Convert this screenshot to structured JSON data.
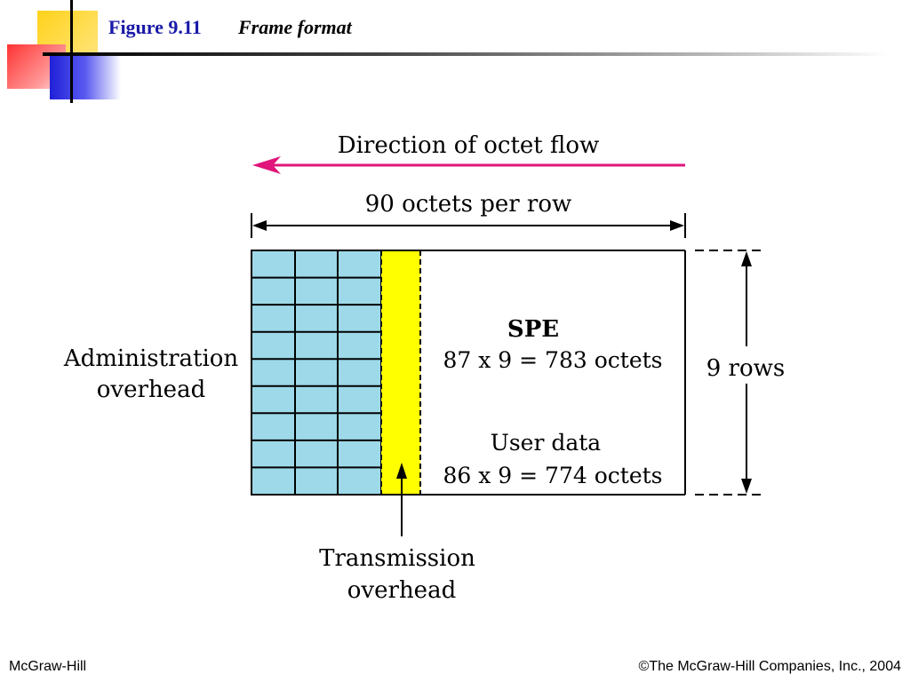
{
  "slide": {
    "figure_number": "Figure 9.11",
    "figure_title": "Frame format"
  },
  "diagram": {
    "direction_label": "Direction of octet flow",
    "width_label": "90 octets per row",
    "rows_label": "9 rows",
    "admin_label_line1": "Administration",
    "admin_label_line2": "overhead",
    "spe_title": "SPE",
    "spe_calc": "87 x 9 = 783 octets",
    "user_title": "User data",
    "user_calc": "86 x 9 = 774 octets",
    "trans_label_line1": "Transmission",
    "trans_label_line2": "overhead",
    "colors": {
      "flow_arrow": "#e0147a",
      "admin_cells": "#9dd9e8",
      "transmission_column": "#ffff00"
    }
  },
  "footer": {
    "publisher": "McGraw-Hill",
    "copyright": "©The McGraw-Hill Companies, Inc., 2004"
  }
}
